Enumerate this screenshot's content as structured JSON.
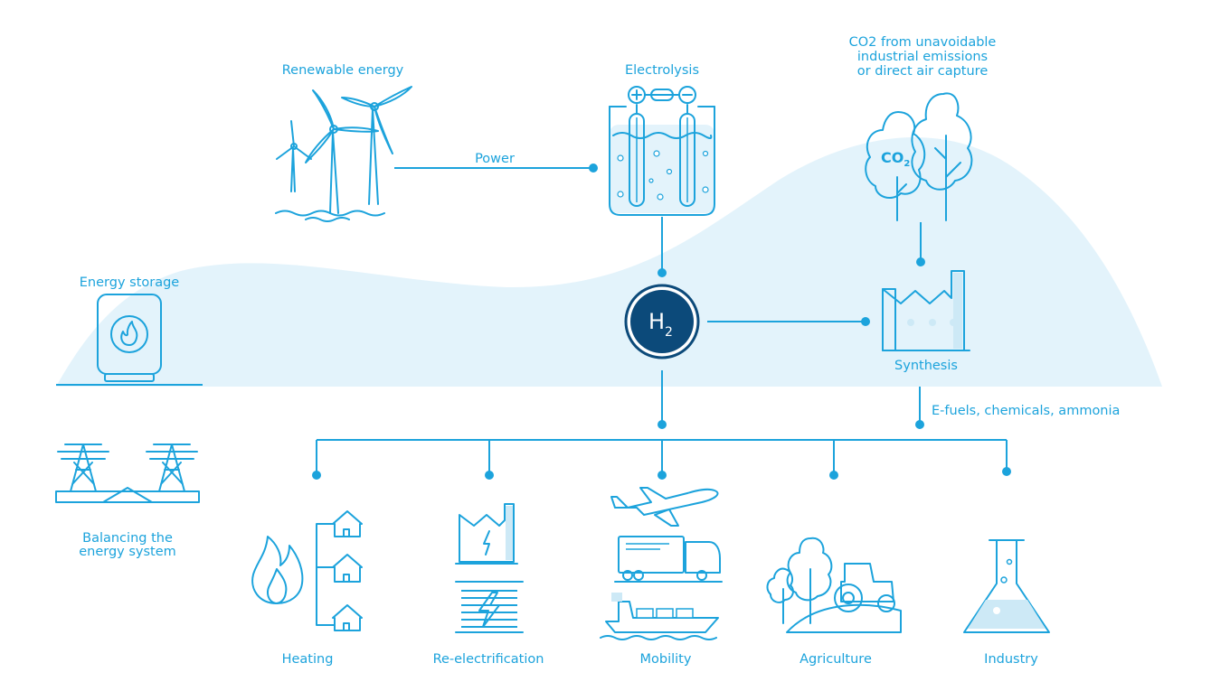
{
  "colors": {
    "accent": "#1ca3dc",
    "light_fill": "#e3f3fb",
    "mid_fill": "#cde9f6",
    "hub": "#0c4a7a",
    "white": "#ffffff"
  },
  "nodes": {
    "renewable": {
      "label": "Renewable energy",
      "icon": "wind-turbine-icon"
    },
    "electrolysis": {
      "label": "Electrolysis",
      "icon": "electrolyzer-icon"
    },
    "co2": {
      "label_lines": [
        "CO2 from unavoidable",
        "industrial emissions",
        "or direct air capture"
      ],
      "icon": "co2-trees-icon",
      "icon_text": "CO",
      "icon_sub": "2"
    },
    "storage": {
      "label": "Energy storage",
      "icon": "gas-tank-icon"
    },
    "hub": {
      "text": "H",
      "sub": "2"
    },
    "synthesis": {
      "label": "Synthesis",
      "icon": "factory-icon"
    },
    "balancing": {
      "label_lines": [
        "Balancing the",
        "energy system"
      ],
      "icon": "power-pylon-icon"
    }
  },
  "edges": {
    "power": "Power",
    "efuels": "E-fuels, chemicals, ammonia"
  },
  "applications": [
    {
      "label": "Heating",
      "icon": "flame-houses-icon"
    },
    {
      "label": "Re-electrification",
      "icon": "power-plant-icon"
    },
    {
      "label": "Mobility",
      "icon": "plane-truck-ship-icon"
    },
    {
      "label": "Agriculture",
      "icon": "tractor-icon"
    },
    {
      "label": "Industry",
      "icon": "flask-icon"
    }
  ]
}
